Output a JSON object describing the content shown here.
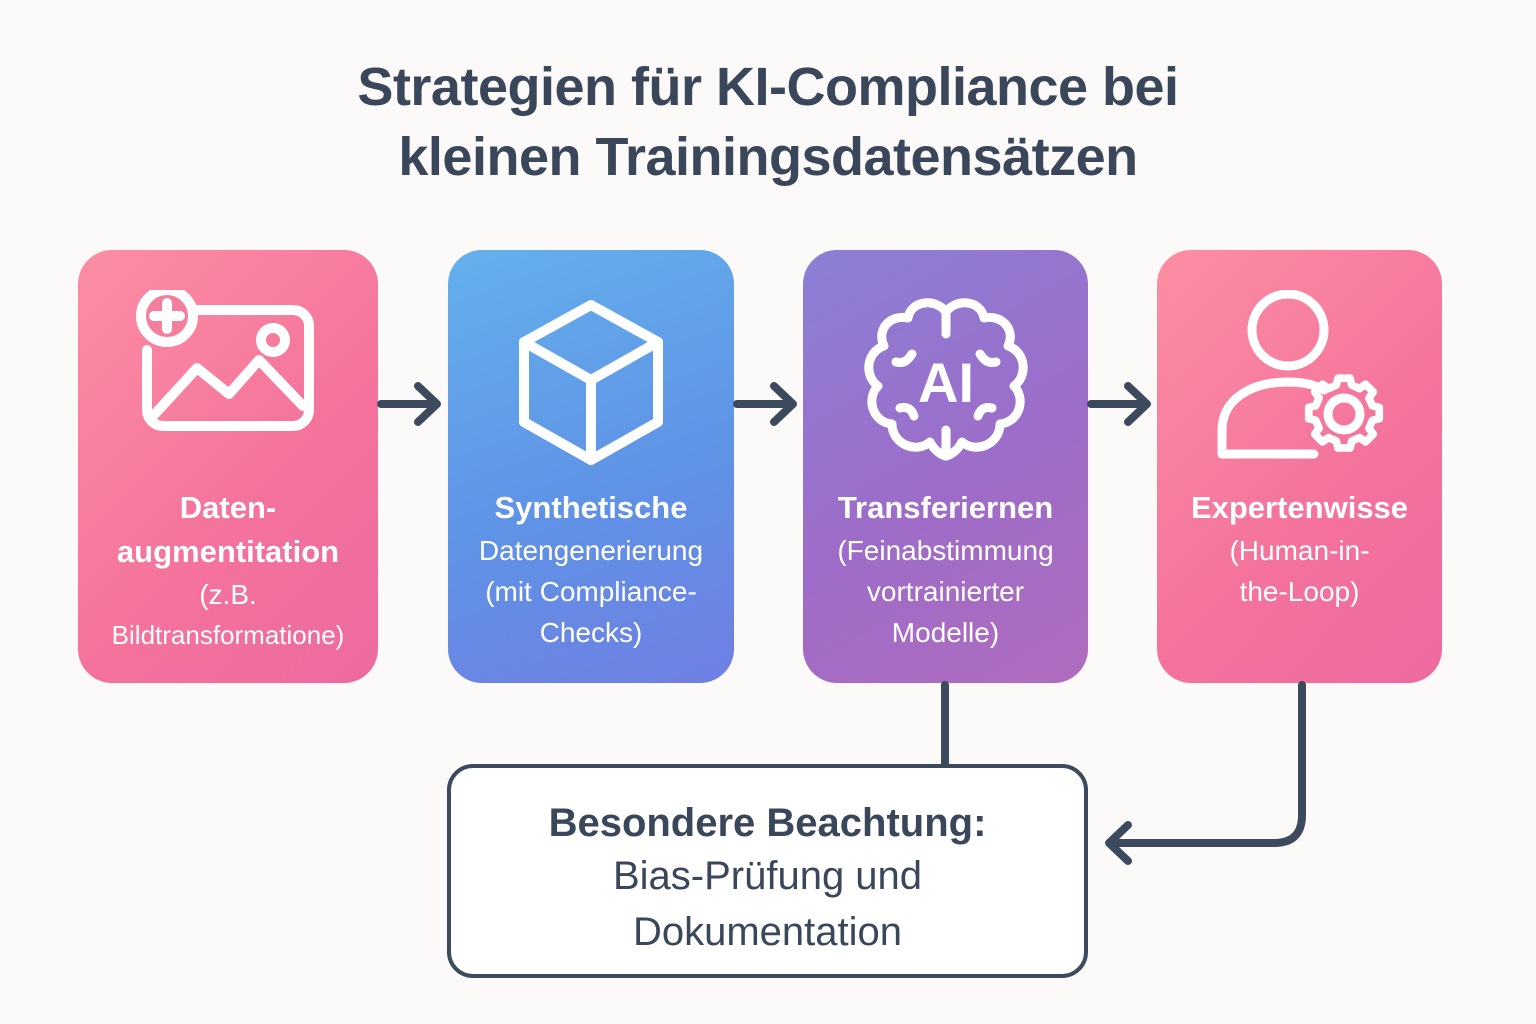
{
  "title": {
    "line1": "Strategien für KI-Compliance bei",
    "line2": "kleinen Trainingsdatensätzen"
  },
  "steps": [
    {
      "title_lines": [
        "Daten-",
        "augmentitation"
      ],
      "subtitle_lines": [
        "(z.B.",
        "Bildtransformatione)"
      ],
      "icon": "image-add-icon"
    },
    {
      "title_lines": [
        "Synthetische"
      ],
      "subtitle_lines": [
        "Datengenerierung",
        "(mit Compliance-",
        "Checks)"
      ],
      "icon": "cube-icon"
    },
    {
      "title_lines": [
        "Transferiernen"
      ],
      "subtitle_lines": [
        "(Feinabstimmung",
        "vortrainierter",
        "Modelle)"
      ],
      "icon": "ai-brain-icon",
      "icon_text": "AI"
    },
    {
      "title_lines": [
        "Expertenwisse"
      ],
      "subtitle_lines": [
        "(Human-in-",
        "the-Loop)"
      ],
      "icon": "user-gear-icon"
    }
  ],
  "note": {
    "title": "Besondere Beachtung:",
    "body_lines": [
      "Bias-Prüfung und",
      "Dokumentation"
    ]
  },
  "colors": {
    "text": "#3a4659",
    "connector": "#3d4a5e",
    "card1": "#f4729c",
    "card2": "#5f93e6",
    "card3": "#9d6cc8",
    "card4": "#f4729c"
  }
}
